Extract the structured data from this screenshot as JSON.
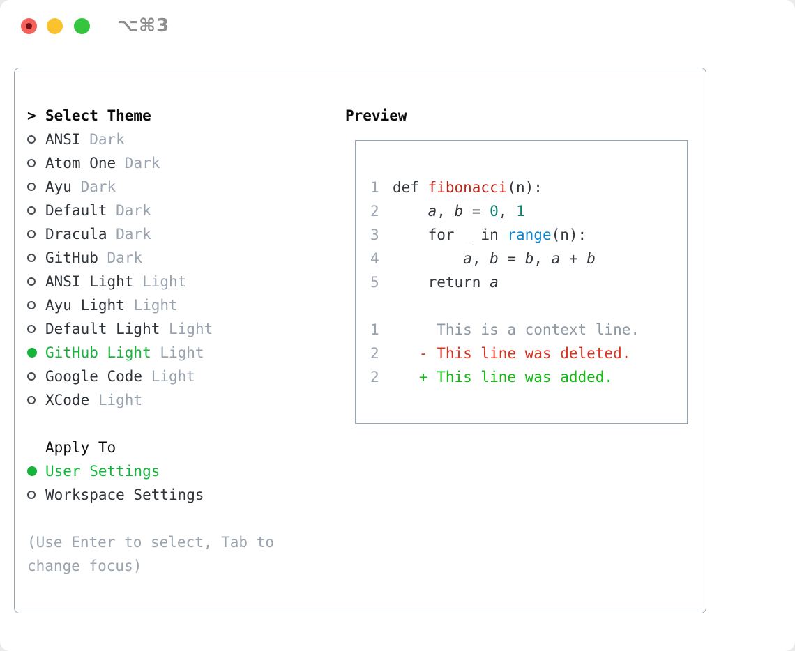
{
  "window": {
    "shortcut": "⌥⌘3",
    "traffic_lights": [
      {
        "name": "close",
        "has_dot": true
      },
      {
        "name": "minimize",
        "has_dot": false
      },
      {
        "name": "zoom",
        "has_dot": false
      }
    ]
  },
  "theme_panel": {
    "select": {
      "prefix": ">",
      "title": "Select Theme"
    },
    "themes": [
      {
        "name": "ANSI",
        "variant": "Dark",
        "selected": false
      },
      {
        "name": "Atom One",
        "variant": "Dark",
        "selected": false
      },
      {
        "name": "Ayu",
        "variant": "Dark",
        "selected": false
      },
      {
        "name": "Default",
        "variant": "Dark",
        "selected": false
      },
      {
        "name": "Dracula",
        "variant": "Dark",
        "selected": false
      },
      {
        "name": "GitHub",
        "variant": "Dark",
        "selected": false
      },
      {
        "name": "ANSI Light",
        "variant": "Light",
        "selected": false
      },
      {
        "name": "Ayu Light",
        "variant": "Light",
        "selected": false
      },
      {
        "name": "Default Light",
        "variant": "Light",
        "selected": false
      },
      {
        "name": "GitHub Light",
        "variant": "Light",
        "selected": true
      },
      {
        "name": "Google Code",
        "variant": "Light",
        "selected": false
      },
      {
        "name": "XCode",
        "variant": "Light",
        "selected": false
      }
    ],
    "apply_to": {
      "title": "Apply To",
      "options": [
        {
          "label": "User Settings",
          "selected": true
        },
        {
          "label": "Workspace Settings",
          "selected": false
        }
      ]
    },
    "hint_lines": [
      "(Use Enter to select, Tab to",
      "change focus)"
    ]
  },
  "preview": {
    "title": "Preview",
    "lines": [
      {
        "num": "1",
        "segments": [
          {
            "t": "def ",
            "c": "plain"
          },
          {
            "t": "fibonacci",
            "c": "func"
          },
          {
            "t": "(n):",
            "c": "plain"
          }
        ]
      },
      {
        "num": "2",
        "segments": [
          {
            "t": "    ",
            "c": "plain"
          },
          {
            "t": "a",
            "c": "var"
          },
          {
            "t": ", ",
            "c": "plain"
          },
          {
            "t": "b",
            "c": "var"
          },
          {
            "t": " = ",
            "c": "plain"
          },
          {
            "t": "0",
            "c": "num"
          },
          {
            "t": ", ",
            "c": "plain"
          },
          {
            "t": "1",
            "c": "num"
          }
        ]
      },
      {
        "num": "3",
        "segments": [
          {
            "t": "    for _ in ",
            "c": "plain"
          },
          {
            "t": "range",
            "c": "builtin"
          },
          {
            "t": "(n):",
            "c": "plain"
          }
        ]
      },
      {
        "num": "4",
        "segments": [
          {
            "t": "        ",
            "c": "plain"
          },
          {
            "t": "a",
            "c": "var"
          },
          {
            "t": ", ",
            "c": "plain"
          },
          {
            "t": "b",
            "c": "var"
          },
          {
            "t": " = ",
            "c": "plain"
          },
          {
            "t": "b",
            "c": "var"
          },
          {
            "t": ", ",
            "c": "plain"
          },
          {
            "t": "a",
            "c": "var"
          },
          {
            "t": " + ",
            "c": "plain"
          },
          {
            "t": "b",
            "c": "var"
          }
        ]
      },
      {
        "num": "5",
        "segments": [
          {
            "t": "    return ",
            "c": "plain"
          },
          {
            "t": "a",
            "c": "var"
          }
        ]
      },
      {
        "num": "",
        "segments": []
      },
      {
        "num": "1",
        "segments": [
          {
            "t": "     This is a context line.",
            "c": "ctx"
          }
        ]
      },
      {
        "num": "2",
        "segments": [
          {
            "t": "   - This line was deleted.",
            "c": "del"
          }
        ]
      },
      {
        "num": "2",
        "segments": [
          {
            "t": "   + This line was added.",
            "c": "add"
          }
        ]
      }
    ]
  },
  "icons": {
    "close": "red-circle",
    "minimize": "yellow-circle",
    "zoom": "green-circle",
    "focus_caret": ">",
    "radio_unselected": "○",
    "radio_selected": "●"
  },
  "colors": {
    "page_bg": "#eaeaea",
    "window_bg": "#ffffff",
    "border": "#99a3ad",
    "heading": "#0d0d0d",
    "text_dark": "#2e343a",
    "muted": "#99a3af",
    "hint": "#9aa4ae",
    "selection_green": "#17b33c",
    "line_number": "#9aa4b0",
    "code_text": "#32383e",
    "function_red": "#bb2a1d",
    "number_teal": "#0d7d6f",
    "builtin_blue": "#0e87d3",
    "context_gray": "#8e98a2",
    "deleted_red": "#d63320",
    "added_green": "#12bd12",
    "traffic_red": "#f4605a",
    "traffic_red_dot": "#731114",
    "traffic_yellow": "#f9c22e",
    "traffic_green": "#35c53f",
    "shortcut_gray": "#8d8d8d"
  }
}
